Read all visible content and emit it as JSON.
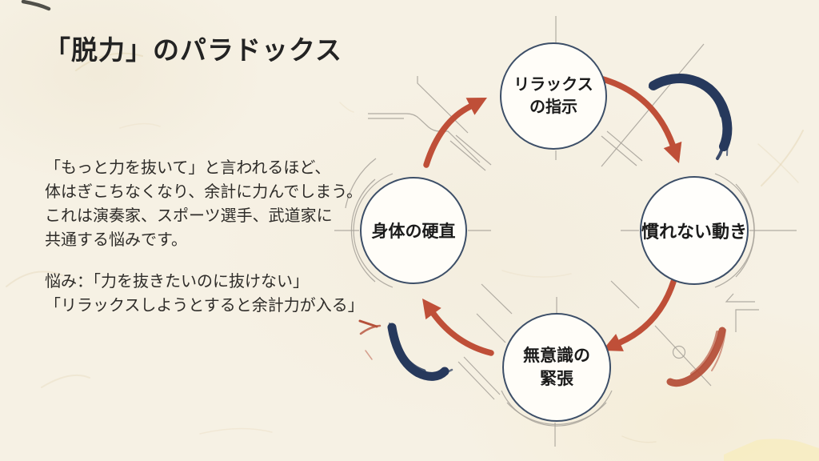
{
  "slide": {
    "title": "「脱力」のパラドックス",
    "paragraph1_lines": [
      "「もっと力を抜いて」と言われるほど、",
      "体はぎこちなくなり、余計に力んでしまう。",
      "これは演奏家、スポーツ選手、武道家に",
      "共通する悩みです。"
    ],
    "paragraph2_lines": [
      "悩み：「力を抜きたいのに抜けない」",
      "「リラックスしようとすると余計力が入る」"
    ]
  },
  "cycle": {
    "nodes": [
      {
        "id": "relax-instruction",
        "position": "top",
        "label_lines": [
          "リラックス",
          "の指示"
        ]
      },
      {
        "id": "unfamiliar-movement",
        "position": "right",
        "label_lines": [
          "慣れない動き"
        ]
      },
      {
        "id": "unconscious-tension",
        "position": "bottom",
        "label_lines": [
          "無意識の",
          "緊張"
        ]
      },
      {
        "id": "body-stiffening",
        "position": "left",
        "label_lines": [
          "身体の硬直"
        ]
      }
    ],
    "direction": "clockwise"
  },
  "colors": {
    "bg": "#f6f1e4",
    "arrow_red": "#bf4f38",
    "brush_red": "#b5503a",
    "brush_navy": "#27395c",
    "circle_border": "#3d4f68",
    "circle_fill": "#fffdf8",
    "line_gray": "#a5a098",
    "fiber": "#e3d5b4",
    "title_text": "#232323",
    "body_text": "#2e2c29",
    "node_text": "#1b1b1b",
    "accent_yellow": "#f7ecc3"
  }
}
